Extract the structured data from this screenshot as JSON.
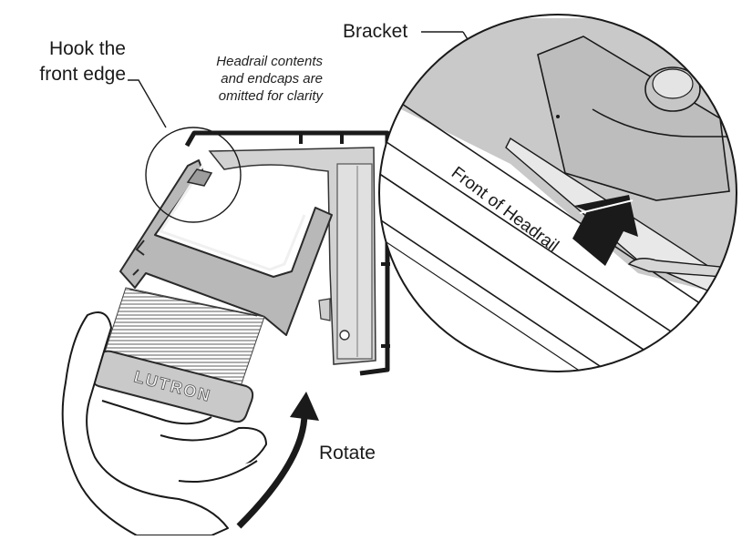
{
  "labels": {
    "hook_line1": "Hook the",
    "hook_line2": "front edge",
    "note_line1": "Headrail contents",
    "note_line2": "and endcaps are",
    "note_line3": "omitted for clarity",
    "bracket": "Bracket",
    "rotate": "Rotate",
    "front_of_headrail": "Front of Headrail",
    "brand": "LUTRON"
  },
  "colors": {
    "line": "#1a1a1a",
    "bracket_gray": "#c8c8c8",
    "headrail_gray": "#b5b5b5",
    "arrow": "#1a1a1a"
  },
  "icons": {
    "rotate_arrow": "curved-arrow-up-icon",
    "insert_arrow": "thick-arrow-up-icon"
  }
}
